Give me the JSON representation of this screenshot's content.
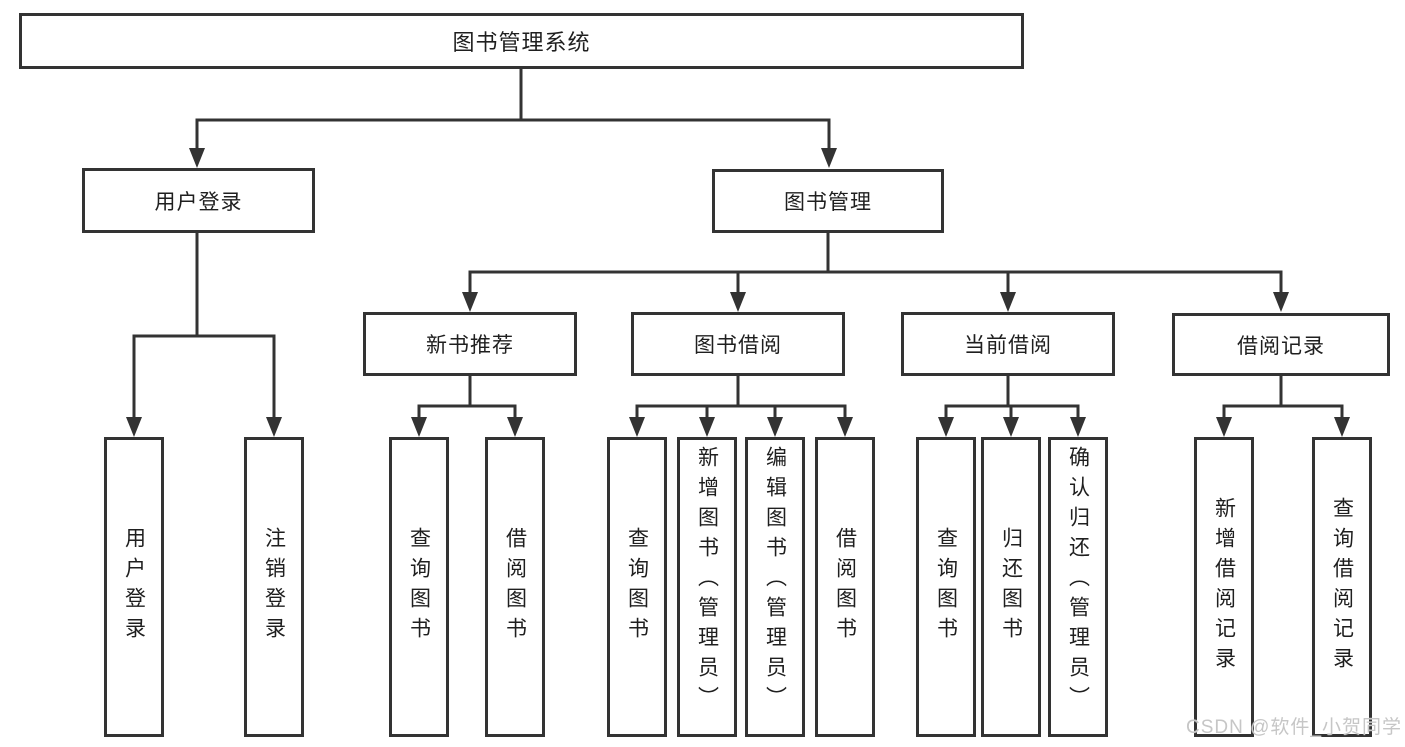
{
  "diagram": {
    "root": {
      "label": "图书管理系统"
    },
    "level2": {
      "user_login": "用户登录",
      "book_management": "图书管理"
    },
    "level3": {
      "new_book_recommend": "新书推荐",
      "book_borrow": "图书借阅",
      "current_borrow": "当前借阅",
      "borrow_records": "借阅记录"
    },
    "leaves": {
      "user_login": "用户登录",
      "logout": "注销登录",
      "nb_query_books": "查询图书",
      "nb_borrow_books": "借阅图书",
      "bb_query_books": "查询图书",
      "bb_add_book_admin": "新增图书（管理员）",
      "bb_edit_book_admin": "编辑图书（管理员）",
      "bb_borrow_books": "借阅图书",
      "cb_query_books": "查询图书",
      "cb_return_books": "归还图书",
      "cb_confirm_return_admin": "确认归还（管理员）",
      "br_add_record": "新增借阅记录",
      "br_query_record": "查询借阅记录"
    },
    "colors": {
      "line": "#333333",
      "text": "#1f1f1f",
      "background": "#ffffff",
      "watermark": "#c6c6c6"
    }
  },
  "watermark": "CSDN @软件_小贺同学"
}
